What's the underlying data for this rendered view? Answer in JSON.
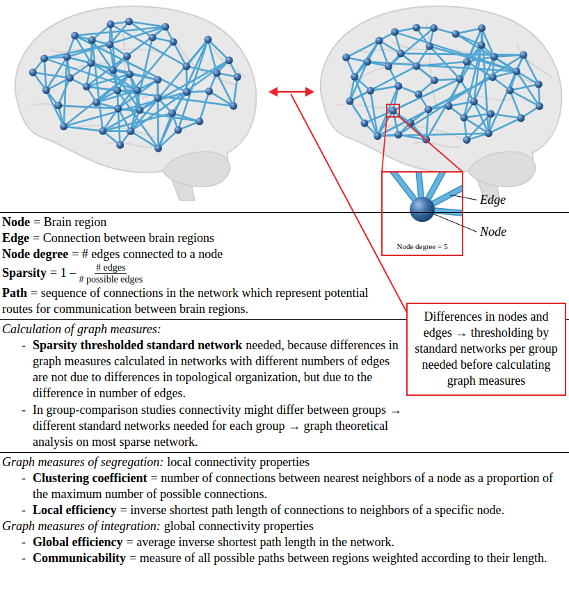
{
  "diagram": {
    "nodes": [
      {
        "text": [
          "Node degree = 5"
        ]
      },
      {
        "text": [
          "Differences in nodes and edges → thresholding by standard networks per group needed before calculating graph measures"
        ]
      }
    ],
    "labels": [
      "Edge",
      "Node",
      "Node",
      "= Brain region",
      "Edge",
      "= Connection between brain regions",
      "Node degree",
      "= # edges connected to a node",
      "Sparsity",
      "= 1 –",
      "# edges",
      "# possible edges",
      "Path",
      "= sequence of connections in the network which represent potential routes for communication between brain regions.",
      "Calculation of graph measures:",
      "-",
      "Sparsity thresholded standard network",
      "needed, because differences in graph measures calculated in networks with different numbers of edges are not due to differences in topological organization, but due to the difference in number of edges.",
      "-",
      "In group-comparison studies connectivity might differ between groups → different standard networks needed for each group → graph theoretical analysis on most sparse network.",
      "Graph measures of segregation:",
      "local connectivity properties",
      "-",
      "Clustering coefficient",
      "= number of connections between nearest neighbors of a node as a proportion of the maximum number of possible connections.",
      "-",
      "Local efficiency",
      "= inverse shortest path length of connections to neighbors of a specific node.",
      "Graph measures of integration:",
      "global connectivity properties",
      "-",
      "Global efficiency",
      "= average inverse shortest path length in the network.",
      "-",
      "Communicability",
      "= measure of all possible paths between regions weighted according to their length."
    ]
  }
}
